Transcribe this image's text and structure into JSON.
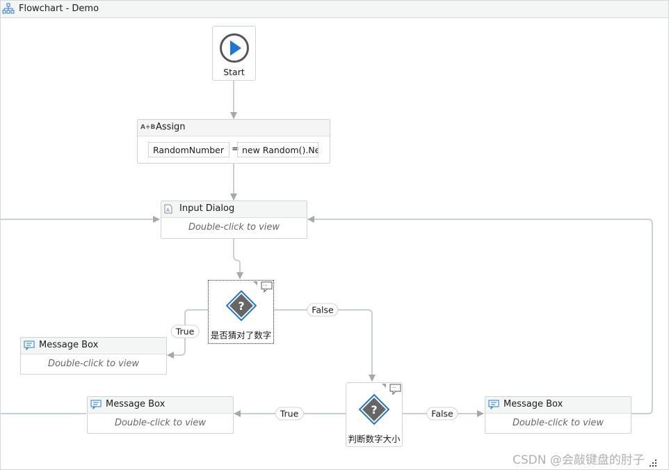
{
  "window": {
    "title": "Flowchart - Demo",
    "icon": "flowchart-icon"
  },
  "start": {
    "label": "Start",
    "icon": "play-icon"
  },
  "assign": {
    "title": "Assign",
    "icon": "assign-icon",
    "to": "RandomNumber",
    "op": "=",
    "value": "new Random().Ne"
  },
  "input_dialog": {
    "title": "Input Dialog",
    "icon": "input-dialog-icon",
    "body": "Double-click to view"
  },
  "decision1": {
    "label": "是否猜对了数字",
    "true_label": "True",
    "false_label": "False"
  },
  "decision2": {
    "label": "判断数字大小",
    "true_label": "True",
    "false_label": "False"
  },
  "message_boxes": [
    {
      "title": "Message Box",
      "body": "Double-click to view"
    },
    {
      "title": "Message Box",
      "body": "Double-click to view"
    },
    {
      "title": "Message Box",
      "body": "Double-click to view"
    }
  ],
  "watermark": "CSDN @会敲键盘的肘子",
  "colors": {
    "accent": "#1f77d0",
    "wire": "#c8cfdb",
    "arrow": "#a8a8a8",
    "diamond": "#666666"
  }
}
